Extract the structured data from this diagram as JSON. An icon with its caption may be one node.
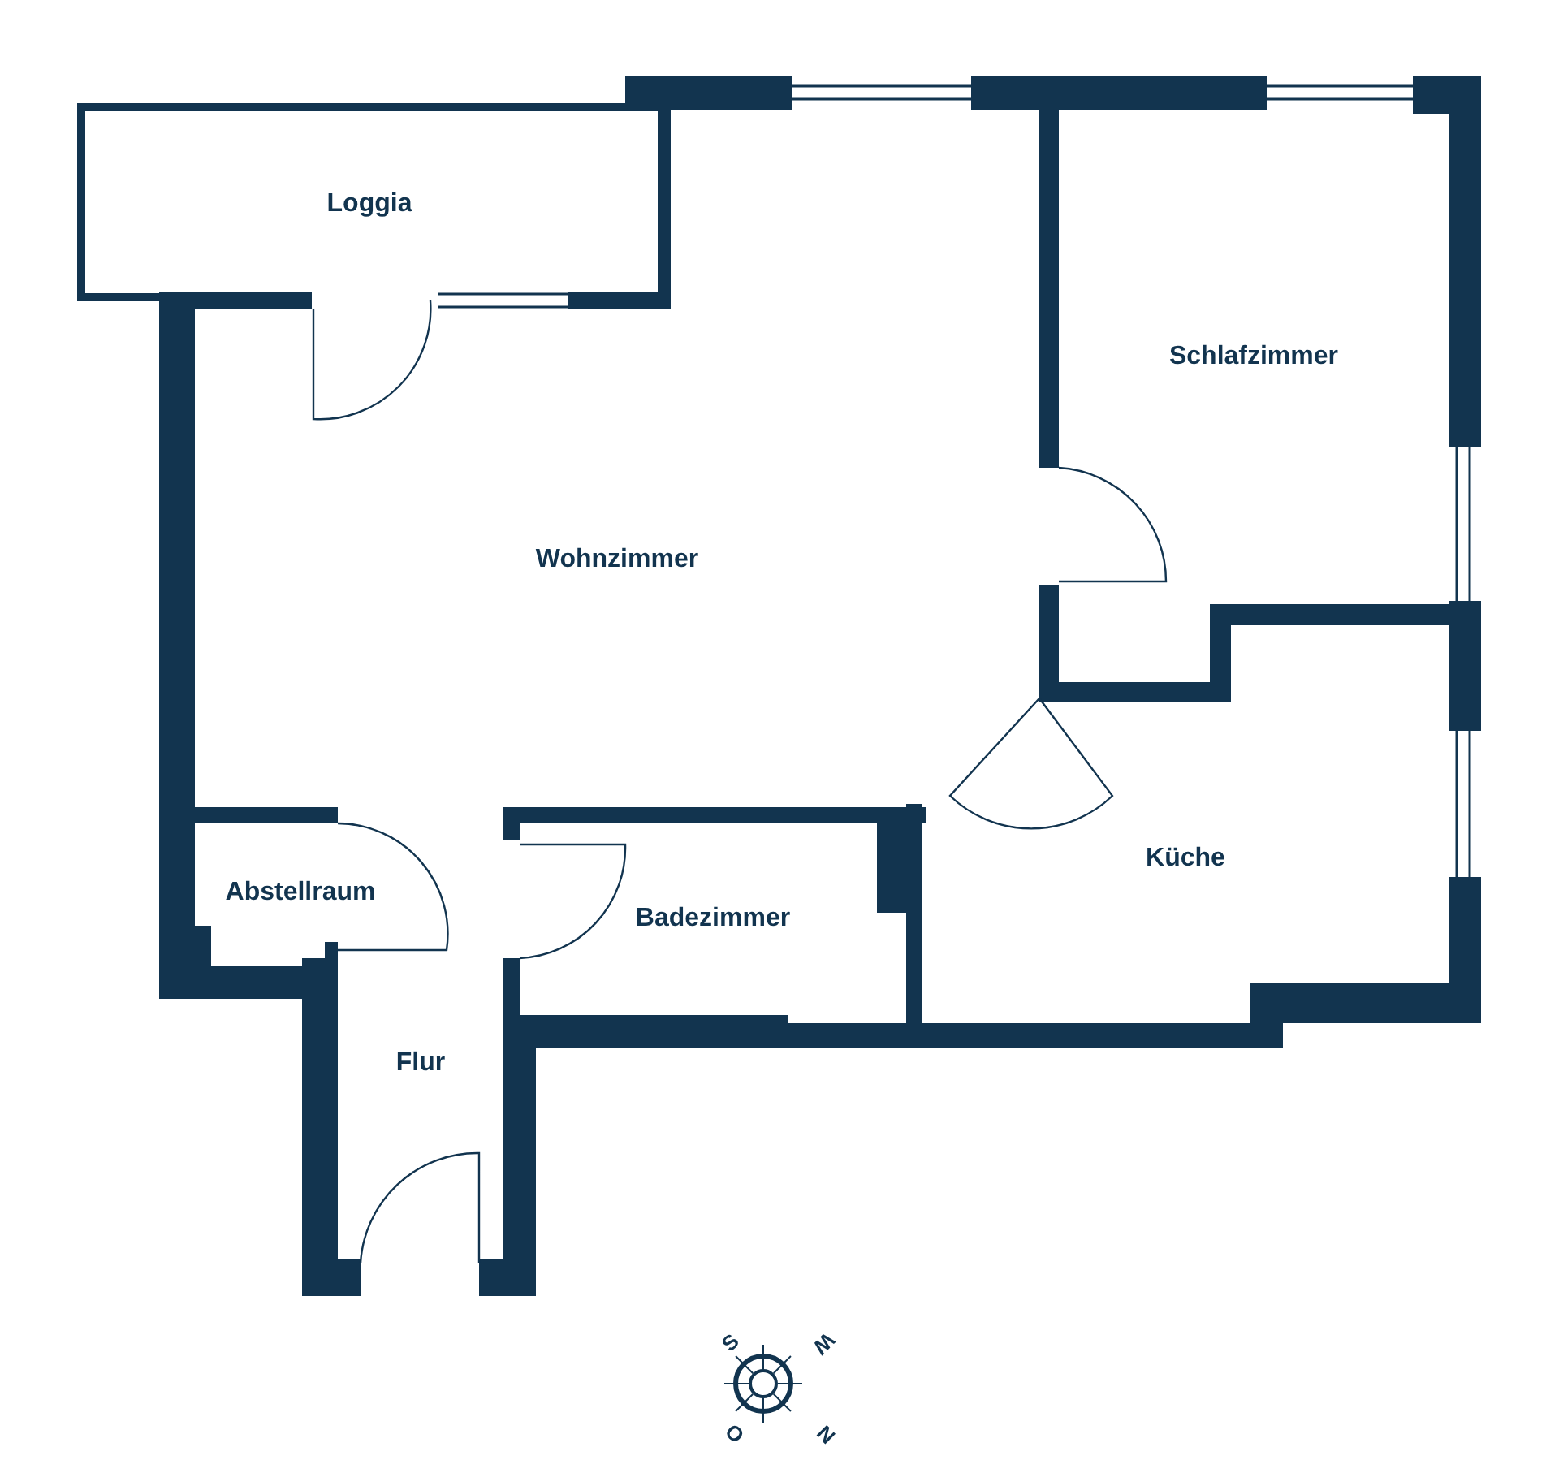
{
  "diagram": {
    "nodes": [
      {
        "text": [
          "Loggia"
        ]
      },
      {
        "text": [
          "Wohnzimmer"
        ]
      },
      {
        "text": [
          "Schlafzimmer"
        ]
      },
      {
        "text": [
          "Küche"
        ]
      },
      {
        "text": [
          "Abstellraum"
        ]
      },
      {
        "text": [
          "Badezimmer"
        ]
      },
      {
        "text": [
          "Flur"
        ]
      }
    ],
    "edges": [],
    "labels": [
      "S",
      "W",
      "O",
      "N"
    ]
  }
}
